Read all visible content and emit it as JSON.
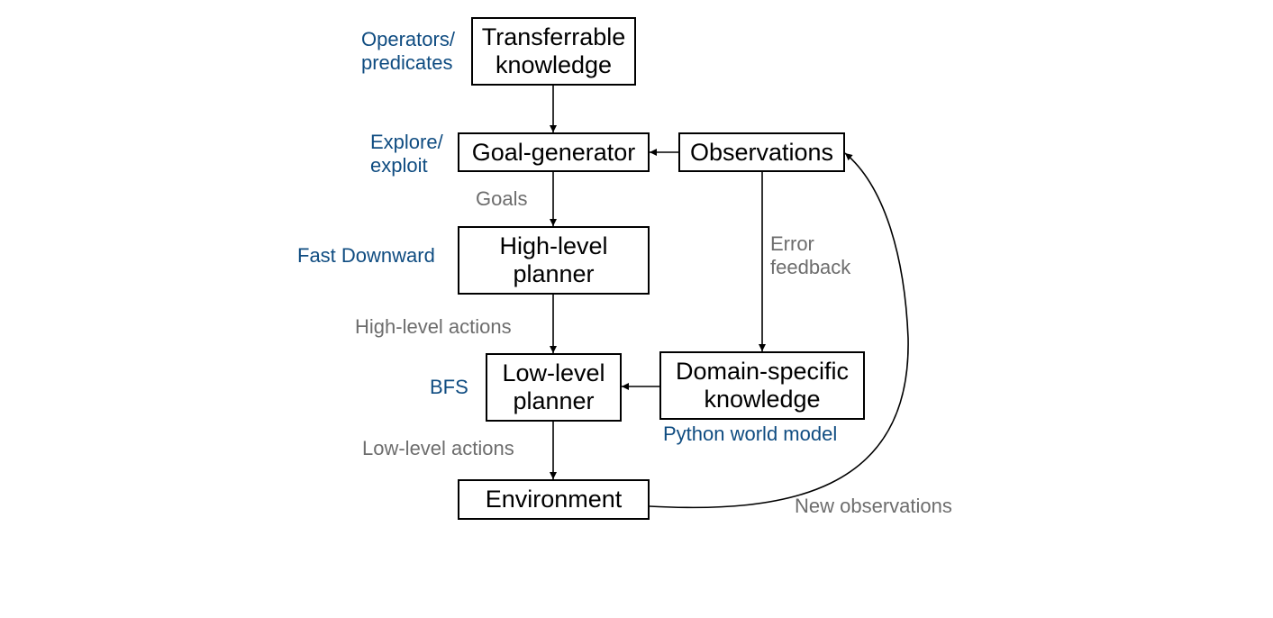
{
  "boxes": {
    "transferrable_knowledge": "Transferrable\nknowledge",
    "goal_generator": "Goal-generator",
    "observations": "Observations",
    "high_level_planner": "High-level\nplanner",
    "low_level_planner": "Low-level\nplanner",
    "domain_specific_knowledge": "Domain-specific\nknowledge",
    "environment": "Environment"
  },
  "method_labels": {
    "operators_predicates": "Operators/\npredicates",
    "explore_exploit": "Explore/\nexploit",
    "fast_downward": "Fast Downward",
    "bfs": "BFS",
    "python_world_model": "Python world model"
  },
  "edge_labels": {
    "goals": "Goals",
    "error_feedback": "Error\nfeedback",
    "high_level_actions": "High-level actions",
    "low_level_actions": "Low-level actions",
    "new_observations": "New observations"
  },
  "colors": {
    "method_label": "#0f4c81",
    "edge_label": "#6d6d6d",
    "box_border": "#000000"
  }
}
